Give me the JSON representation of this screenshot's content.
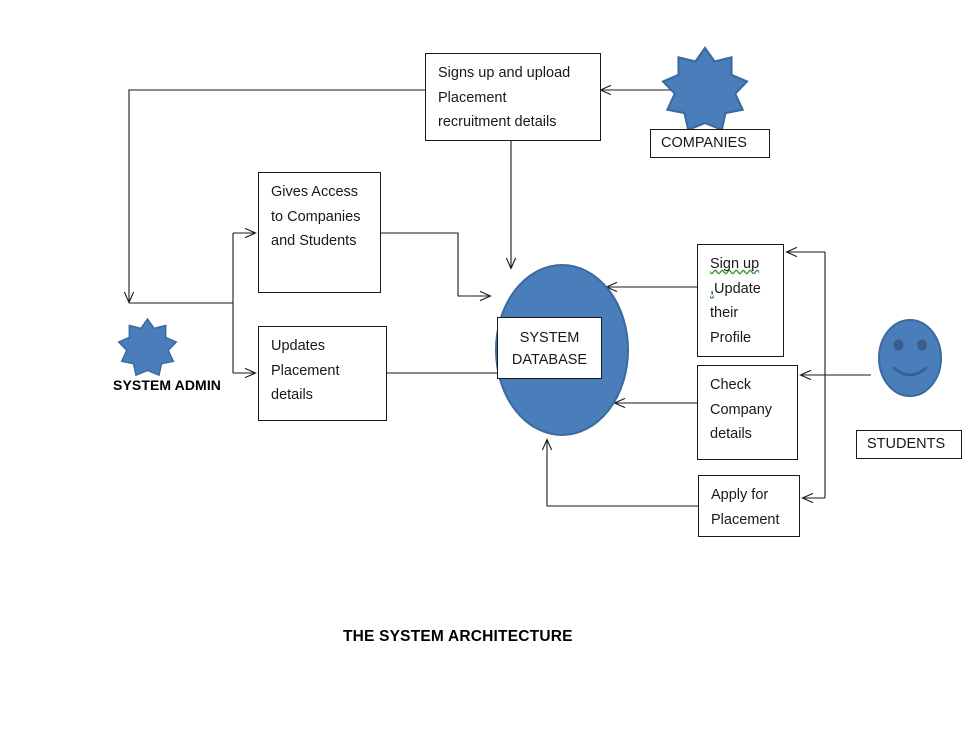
{
  "title": "THE SYSTEM ARCHITECTURE",
  "colors": {
    "shape_fill": "#4a7ebb",
    "shape_stroke": "#3a6aa0",
    "line": "#1a1a1a",
    "text": "#191919",
    "spellcheck_underline": "#3c9c3c"
  },
  "actors": {
    "system_admin": {
      "label": "SYSTEM ADMIN",
      "icon": "star-7-point-icon"
    },
    "companies": {
      "label": "COMPANIES",
      "icon": "star-7-point-icon"
    },
    "students": {
      "label": "STUDENTS",
      "icon": "smiley-face-icon"
    }
  },
  "datastore": {
    "label": "SYSTEM\nDATABASE",
    "icon": "ellipse-database-icon"
  },
  "processes": {
    "signs_up": "Signs up and upload\nPlacement\nrecruitment details",
    "gives_access": "Gives Access\nto Companies\nand Students",
    "updates_placement": "Updates\nPlacement\ndetails",
    "sign_up_update_profile_line1": "Sign up ,",
    "sign_up_update_profile_rest": "Update\ntheir\nProfile",
    "check_company": "Check\nCompany\ndetails",
    "apply_placement": "Apply for\nPlacement"
  },
  "flows": [
    {
      "name": "companies-to-signs-up",
      "from": "COMPANIES",
      "to": "Signs up and upload Placement recruitment details"
    },
    {
      "name": "signs-up-to-database",
      "from": "Signs up and upload Placement recruitment details",
      "to": "SYSTEM DATABASE"
    },
    {
      "name": "signs-up-to-system-admin",
      "from": "Signs up and upload Placement recruitment details",
      "to": "SYSTEM ADMIN"
    },
    {
      "name": "system-admin-to-gives-access",
      "from": "SYSTEM ADMIN",
      "to": "Gives Access to Companies and Students"
    },
    {
      "name": "system-admin-to-updates-placement",
      "from": "SYSTEM ADMIN",
      "to": "Updates Placement details"
    },
    {
      "name": "gives-access-to-database",
      "from": "Gives Access to Companies and Students",
      "to": "SYSTEM DATABASE"
    },
    {
      "name": "updates-placement-to-database",
      "from": "Updates Placement details",
      "to": "SYSTEM DATABASE"
    },
    {
      "name": "students-to-check-company",
      "from": "STUDENTS",
      "to": "Check Company details"
    },
    {
      "name": "students-to-sign-up-profile",
      "from": "STUDENTS",
      "to": "Sign up , Update their Profile"
    },
    {
      "name": "students-to-apply-placement",
      "from": "STUDENTS",
      "to": "Apply for Placement"
    },
    {
      "name": "sign-up-profile-to-database",
      "from": "Sign up , Update their Profile",
      "to": "SYSTEM DATABASE"
    },
    {
      "name": "check-company-to-database",
      "from": "Check Company details",
      "to": "SYSTEM DATABASE"
    },
    {
      "name": "apply-placement-to-database",
      "from": "Apply for Placement",
      "to": "SYSTEM DATABASE"
    }
  ]
}
